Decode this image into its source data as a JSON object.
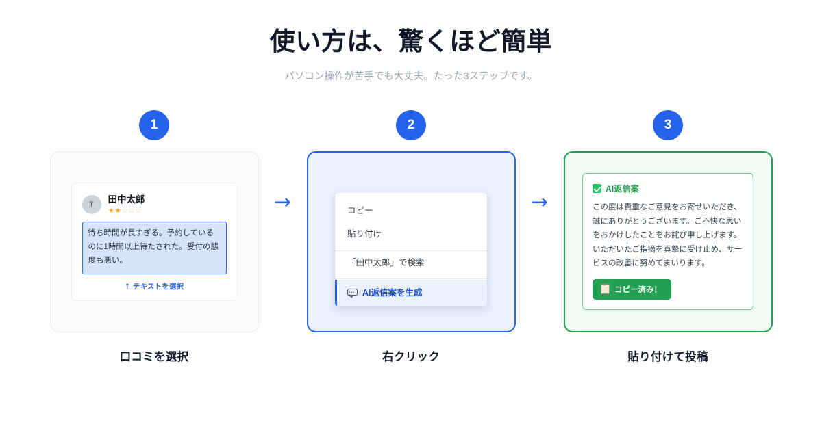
{
  "header": {
    "title": "使い方は、驚くほど簡単",
    "subtitle": "パソコン操作が苦手でも大丈夫。たった3ステップです。"
  },
  "arrows": {
    "first": "→",
    "second": "→"
  },
  "steps": [
    {
      "number": "1",
      "label": "口コミを選択",
      "review": {
        "avatar_initial": "T",
        "reviewer_name": "田中太郎",
        "rating_filled": 2,
        "rating_total": 5,
        "stars_filled": "★★",
        "stars_empty": "☆☆☆",
        "selected_text": "待ち時間が長すぎる。予約しているのに1時間以上待たされた。受付の態度も悪い。",
        "select_hint_arrow": "↑",
        "select_hint_label": "テキストを選択"
      }
    },
    {
      "number": "2",
      "label": "右クリック",
      "menu": {
        "items": [
          {
            "label": "コピー",
            "highlighted": false,
            "icon": ""
          },
          {
            "label": "貼り付け",
            "highlighted": false,
            "icon": ""
          },
          {
            "label": "「田中太郎」で検索",
            "highlighted": false,
            "icon": ""
          },
          {
            "label": "AI返信案を生成",
            "highlighted": true,
            "icon": "speech-bubble-icon"
          }
        ]
      }
    },
    {
      "number": "3",
      "label": "貼り付けて投稿",
      "reply": {
        "badge_label": "AI返信案",
        "body": "この度は貴重なご意見をお寄せいただき、誠にありがとうございます。ご不快な思いをおかけしたことをお詫び申し上げます。いただいたご指摘を真摯に受け止め、サービスの改善に努めてまいります。",
        "copy_button_label": "コピー済み！"
      }
    }
  ],
  "colors": {
    "accent_blue": "#2563eb",
    "accent_green": "#22a152",
    "star_gold": "#f5a623",
    "text_dark": "#111827",
    "text_muted": "#9ca3af"
  }
}
